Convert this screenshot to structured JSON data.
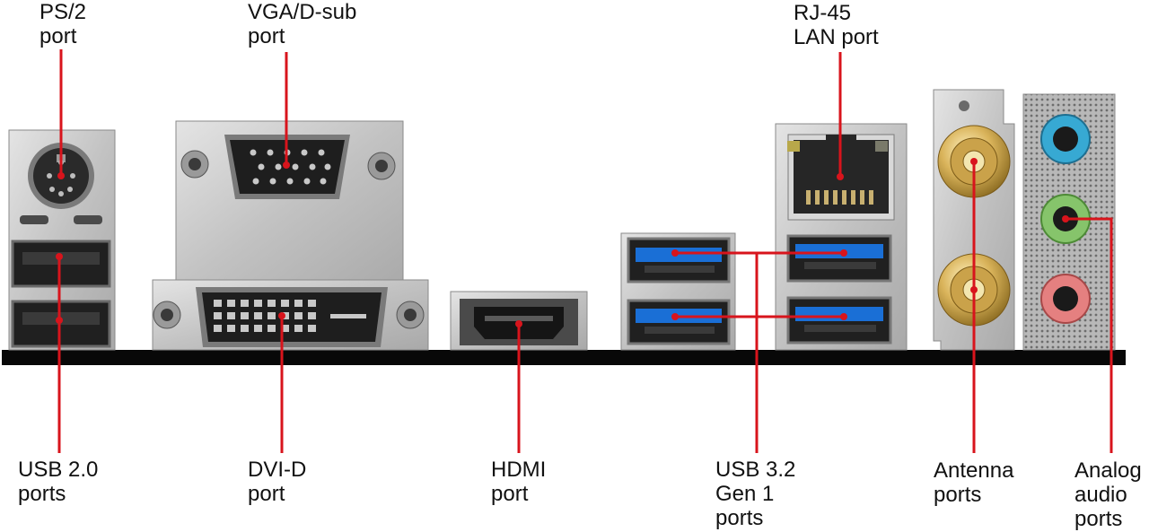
{
  "labels": {
    "ps2": [
      "PS/2",
      "port"
    ],
    "vga": [
      "VGA/D-sub",
      "port"
    ],
    "rj45": [
      "RJ-45",
      "LAN port"
    ],
    "usb2": [
      "USB 2.0",
      "ports"
    ],
    "dvi": [
      "DVI-D",
      "port"
    ],
    "hdmi": [
      "HDMI",
      "port"
    ],
    "usb32": [
      "USB 3.2",
      "Gen 1",
      "ports"
    ],
    "antenna": [
      "Antenna",
      "ports"
    ],
    "audio": [
      "Analog",
      "audio",
      "ports"
    ]
  },
  "colors": {
    "leader_line": "#d8141c",
    "baseplate": "#080808",
    "bracket": "#c9c9c9",
    "usb3_blue": "#1a6fd6",
    "audio_blue": "#37a9d3",
    "audio_green": "#86c46b",
    "audio_pink": "#e58080",
    "gold": "#d6b15a"
  },
  "icons": {
    "ps2": "ps2-port-icon",
    "vga": "vga-port-icon",
    "dvi": "dvi-port-icon",
    "hdmi": "hdmi-port-icon",
    "rj45": "rj45-port-icon",
    "usb": "usb-port-icon",
    "antenna": "antenna-connector-icon",
    "audio": "audio-jack-icon"
  }
}
